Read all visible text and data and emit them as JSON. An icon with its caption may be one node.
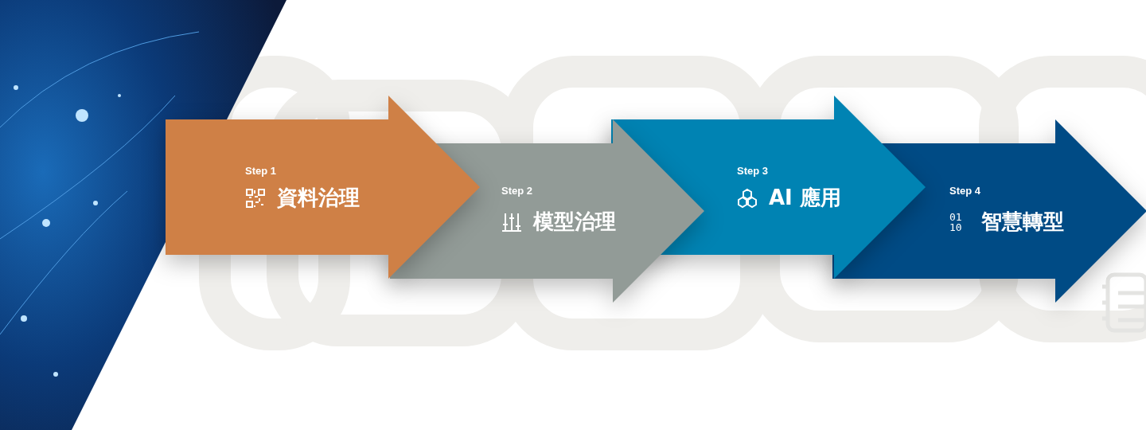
{
  "diagram": {
    "nodes": [
      {
        "text": [
          "Step 1",
          "資料治理"
        ]
      },
      {
        "text": [
          "Step 2",
          "模型治理"
        ]
      },
      {
        "text": [
          "Step 3",
          "AI 應用"
        ]
      },
      {
        "text": [
          "Step 4",
          "01 10",
          "智慧轉型"
        ]
      }
    ]
  }
}
